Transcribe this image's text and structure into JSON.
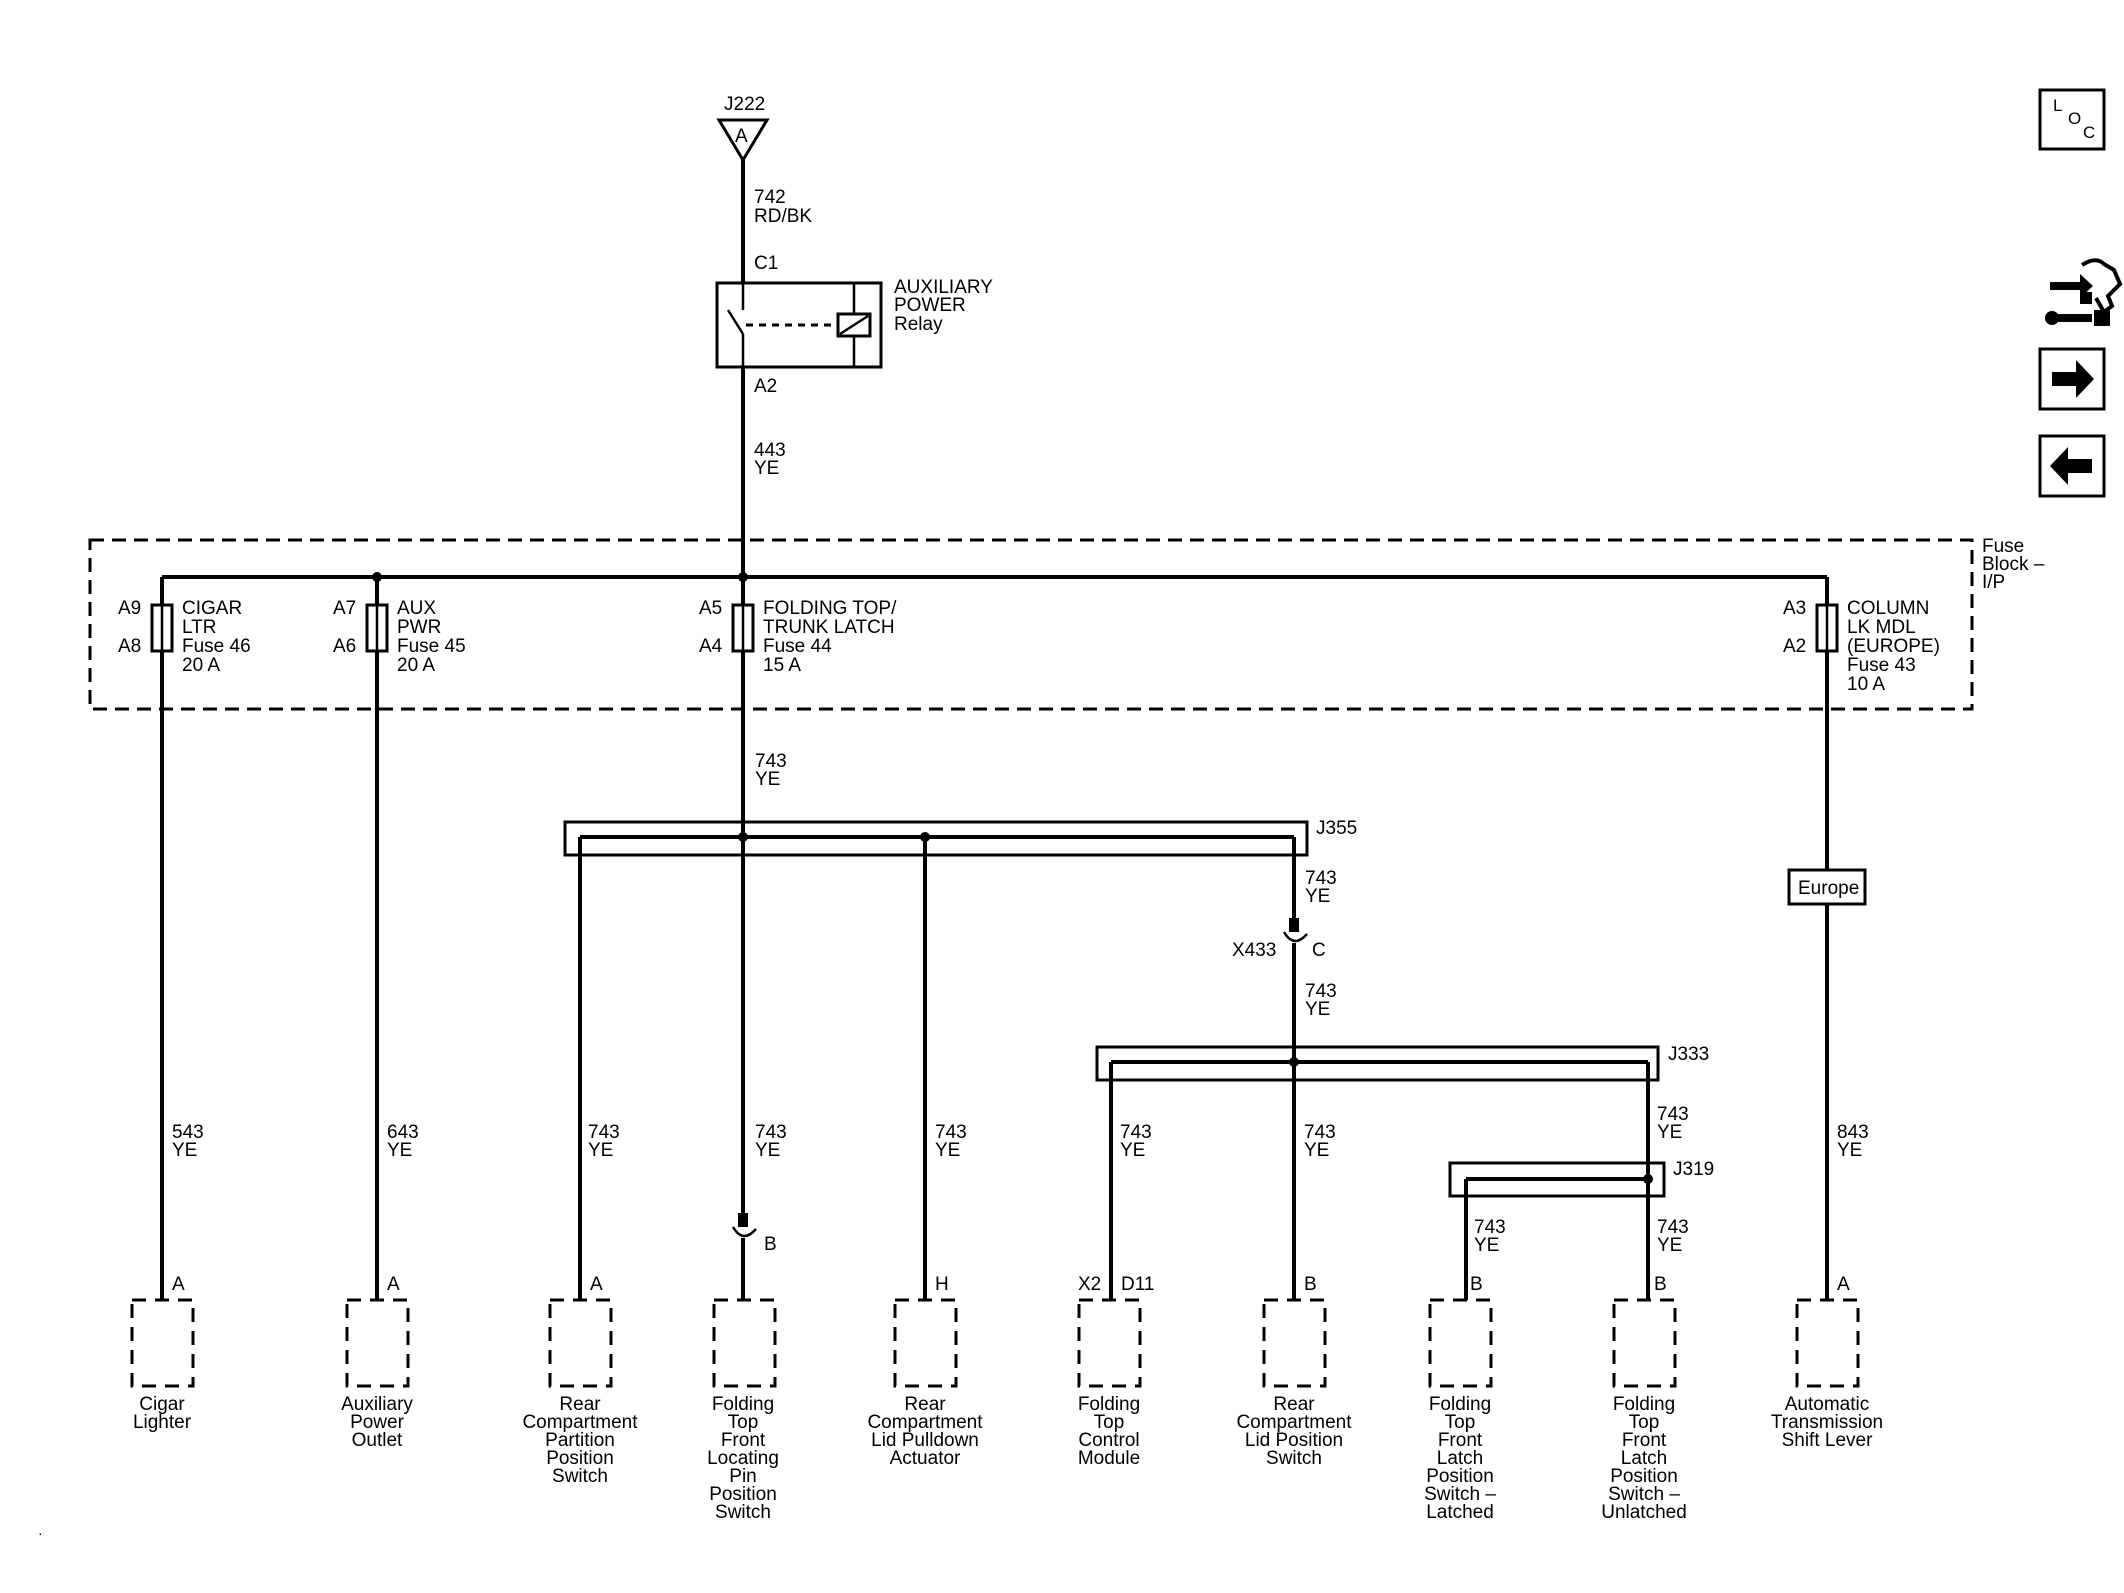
{
  "top_connector": {
    "ref": "J222",
    "pin": "A"
  },
  "relay": {
    "name_lines": [
      "AUXILIARY",
      "POWER",
      "Relay"
    ],
    "pin_in": "C1",
    "pin_out": "A2",
    "wire_in": {
      "circuit": "742",
      "color": "RD/BK"
    },
    "wire_out": {
      "circuit": "443",
      "color": "YE"
    }
  },
  "fuse_block": {
    "title_lines": [
      "Fuse",
      "Block –",
      "I/P"
    ],
    "fuses": [
      {
        "pin_top": "A9",
        "pin_bottom": "A8",
        "name_lines": [
          "CIGAR",
          "LTR",
          "Fuse 46",
          "20 A"
        ]
      },
      {
        "pin_top": "A7",
        "pin_bottom": "A6",
        "name_lines": [
          "AUX",
          "PWR",
          "Fuse 45",
          "20 A"
        ]
      },
      {
        "pin_top": "A5",
        "pin_bottom": "A4",
        "name_lines": [
          "FOLDING TOP/",
          "TRUNK LATCH",
          "Fuse 44",
          "15 A"
        ]
      },
      {
        "pin_top": "A3",
        "pin_bottom": "A2",
        "name_lines": [
          "COLUMN",
          "LK MDL",
          "(EUROPE)",
          "Fuse 43",
          "10 A"
        ]
      }
    ]
  },
  "splices": {
    "j355": "J355",
    "j333": "J333",
    "j319": "J319",
    "x433": "X433",
    "x433_pin": "C",
    "pin_b_inline": "B"
  },
  "europe_label": "Europe",
  "wire_labels": {
    "w743_fuse44": {
      "circuit": "743",
      "color": "YE"
    },
    "w743_j355_out": {
      "circuit": "743",
      "color": "YE"
    },
    "w743_x433_out": {
      "circuit": "743",
      "color": "YE"
    },
    "w543": {
      "circuit": "543",
      "color": "YE"
    },
    "w643": {
      "circuit": "643",
      "color": "YE"
    },
    "w743_partition": {
      "circuit": "743",
      "color": "YE"
    },
    "w743_pin": {
      "circuit": "743",
      "color": "YE"
    },
    "w743_pulldown": {
      "circuit": "743",
      "color": "YE"
    },
    "w743_module": {
      "circuit": "743",
      "color": "YE"
    },
    "w743_lid": {
      "circuit": "743",
      "color": "YE"
    },
    "w743_j333_right": {
      "circuit": "743",
      "color": "YE"
    },
    "w743_latched": {
      "circuit": "743",
      "color": "YE"
    },
    "w743_unlatched": {
      "circuit": "743",
      "color": "YE"
    },
    "w843": {
      "circuit": "843",
      "color": "YE"
    }
  },
  "components": [
    {
      "pin": "A",
      "name_lines": [
        "Cigar",
        "Lighter"
      ]
    },
    {
      "pin": "A",
      "name_lines": [
        "Auxiliary",
        "Power",
        "Outlet"
      ]
    },
    {
      "pin": "A",
      "name_lines": [
        "Rear",
        "Compartment",
        "Partition",
        "Position",
        "Switch"
      ]
    },
    {
      "pin": "",
      "name_lines": [
        "Folding",
        "Top",
        "Front",
        "Locating",
        "Pin",
        "Position",
        "Switch"
      ]
    },
    {
      "pin": "H",
      "name_lines": [
        "Rear",
        "Compartment",
        "Lid Pulldown",
        "Actuator"
      ]
    },
    {
      "pin": "D11",
      "pin2": "X2",
      "name_lines": [
        "Folding",
        "Top",
        "Control",
        "Module"
      ]
    },
    {
      "pin": "B",
      "name_lines": [
        "Rear",
        "Compartment",
        "Lid Position",
        "Switch"
      ]
    },
    {
      "pin": "B",
      "name_lines": [
        "Folding",
        "Top",
        "Front",
        "Latch",
        "Position",
        "Switch –",
        "Latched"
      ]
    },
    {
      "pin": "B",
      "name_lines": [
        "Folding",
        "Top",
        "Front",
        "Latch",
        "Position",
        "Switch –",
        "Unlatched"
      ]
    },
    {
      "pin": "A",
      "name_lines": [
        "Automatic",
        "Transmission",
        "Shift Lever"
      ]
    }
  ],
  "nav": {
    "loc": {
      "l": "L",
      "o": "O",
      "c": "C"
    },
    "tool_icon": "harness-tool-icon",
    "next_icon": "arrow-right-icon",
    "prev_icon": "arrow-left-icon"
  }
}
